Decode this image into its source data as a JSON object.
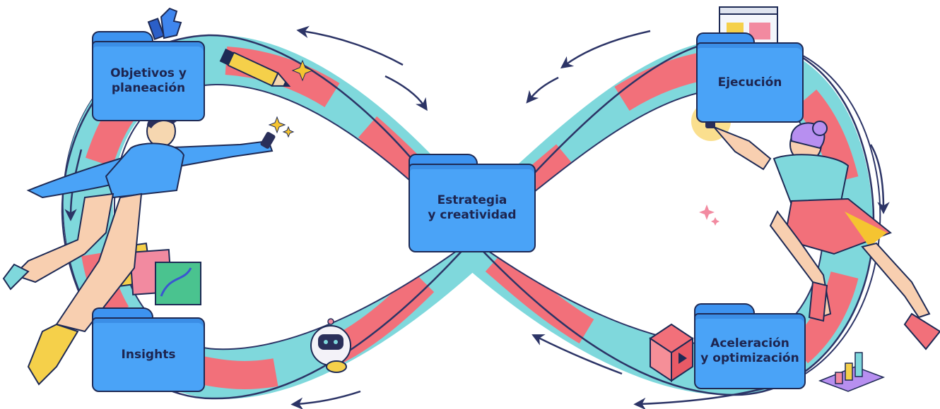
{
  "diagram": {
    "stages": [
      {
        "id": "objetivos",
        "label": "Objetivos y\nplaneación"
      },
      {
        "id": "ejecucion",
        "label": "Ejecución"
      },
      {
        "id": "estrategia",
        "label": "Estrategia\ny creatividad"
      },
      {
        "id": "insights",
        "label": "Insights"
      },
      {
        "id": "aceleracion",
        "label": "Aceleración\ny optimización"
      }
    ],
    "colors": {
      "ribbon_teal": "#7fd8dc",
      "ribbon_red": "#f2707a",
      "outline": "#1e2a55",
      "folder_blue": "#4aa3f7",
      "folder_tab": "#3d93f0",
      "label_text": "#1d2550"
    },
    "decorations": [
      "pencil-icon",
      "thumbs-up-icon",
      "sparkle-icon",
      "robot-icon",
      "bar-chart-icon",
      "video-cube-icon",
      "browser-window-icon",
      "person-left",
      "person-right",
      "phone-icon",
      "picture-cards-icon"
    ]
  }
}
